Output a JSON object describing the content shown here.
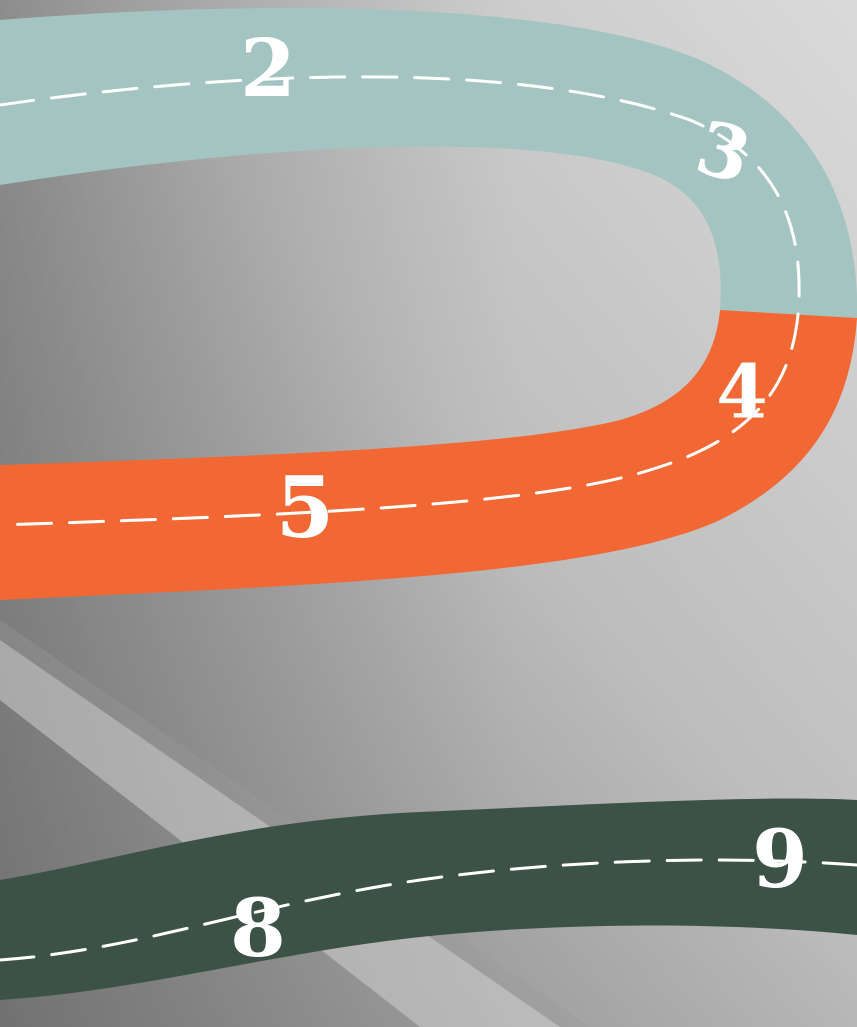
{
  "colors": {
    "background_light": "#d8d8d8",
    "background_dark": "#6e6e6e",
    "segment_teal": "#a3c4c0",
    "segment_orange": "#f26835",
    "segment_dark_green": "#3d5247",
    "dash": "#ffffff"
  },
  "road": {
    "segments": [
      {
        "id": "teal",
        "color_key": "segment_teal"
      },
      {
        "id": "orange",
        "color_key": "segment_orange"
      },
      {
        "id": "dark-green",
        "color_key": "segment_dark_green"
      }
    ],
    "markers": [
      {
        "label": "2",
        "segment": "teal"
      },
      {
        "label": "3",
        "segment": "teal"
      },
      {
        "label": "4",
        "segment": "orange"
      },
      {
        "label": "5",
        "segment": "orange"
      },
      {
        "label": "8",
        "segment": "dark-green"
      },
      {
        "label": "9",
        "segment": "dark-green"
      }
    ]
  }
}
